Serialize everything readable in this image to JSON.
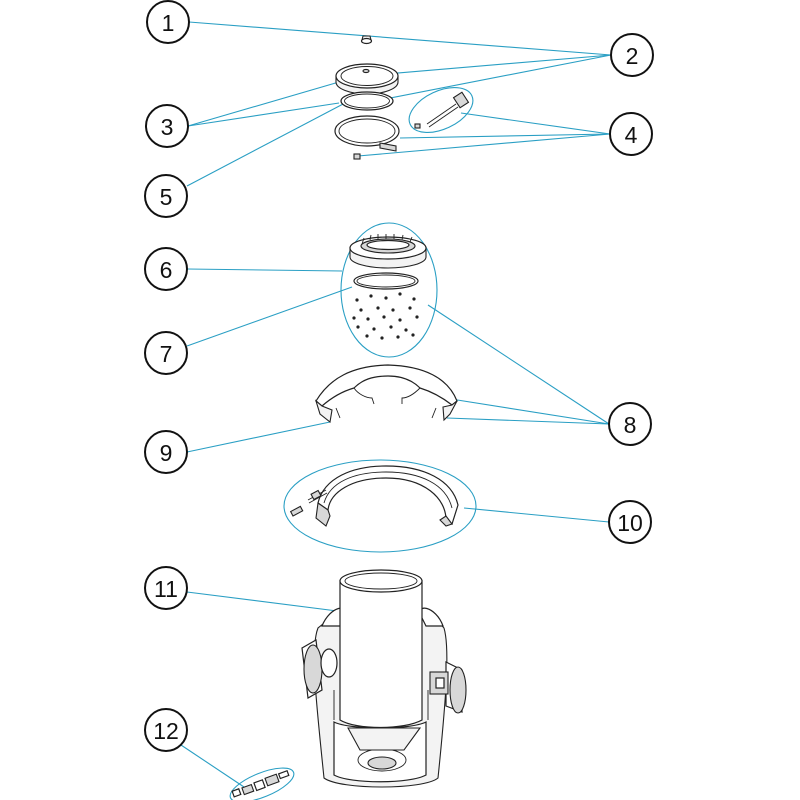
{
  "diagram": {
    "callouts": [
      {
        "id": "1",
        "label": "1"
      },
      {
        "id": "2",
        "label": "2"
      },
      {
        "id": "3",
        "label": "3"
      },
      {
        "id": "4",
        "label": "4"
      },
      {
        "id": "5",
        "label": "5"
      },
      {
        "id": "6",
        "label": "6"
      },
      {
        "id": "7",
        "label": "7"
      },
      {
        "id": "8",
        "label": "8"
      },
      {
        "id": "9",
        "label": "9"
      },
      {
        "id": "10",
        "label": "10"
      },
      {
        "id": "11",
        "label": "11"
      },
      {
        "id": "12",
        "label": "12"
      }
    ],
    "colors": {
      "leader": "#2a9fc4",
      "outline": "#222222",
      "callout_border": "#111111"
    }
  }
}
